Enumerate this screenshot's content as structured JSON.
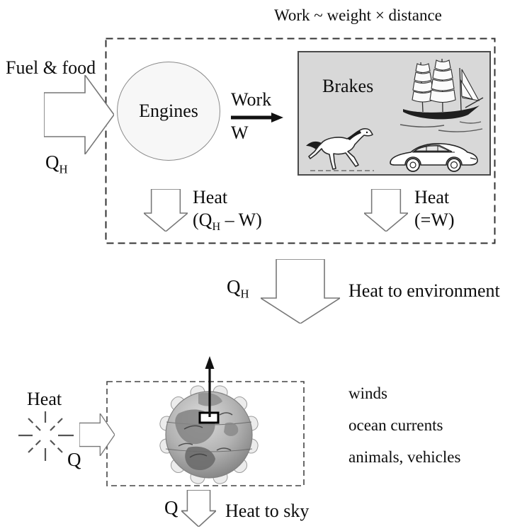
{
  "title": "Work ~ weight × distance",
  "top_system": {
    "input_label": "Fuel & food",
    "input_symbol": {
      "base": "Q",
      "sub": "H"
    },
    "engine_label": "Engines",
    "work": {
      "line1": "Work",
      "line2": "W"
    },
    "brakes_label": "Brakes",
    "engine_waste_heat": {
      "label": "Heat",
      "formula_prefix": "(Q",
      "formula_sub": "H",
      "formula_suffix": " – W)"
    },
    "brake_waste_heat": {
      "label": "Heat",
      "formula": "(=W)"
    }
  },
  "environment_flow": {
    "symbol": {
      "base": "Q",
      "sub": "H"
    },
    "label": "Heat to environment"
  },
  "earth_system": {
    "input_label": "Heat",
    "input_symbol": "Q",
    "processes": [
      "winds",
      "ocean currents",
      "animals, vehicles"
    ],
    "output_symbol": "Q",
    "output_label": "Heat to sky"
  },
  "icons": {
    "sunburst-icon": "radiating dashed rays",
    "sailing-ship-icon": "three-masted tall ship line art",
    "horse-icon": "trotting horse line art",
    "car-icon": "classic sedan line art",
    "earth-globe-icon": "peeling globe with circulation arrows",
    "block-arrow": "hollow outline arrow",
    "solid-arrow": "filled black arrow"
  },
  "colors": {
    "background": "#ffffff",
    "brakes_box_bg": "#d8d8d8",
    "engine_circle_bg": "#f7f7f7",
    "dashed_line": "#333333",
    "arrow_outline": "#777777",
    "text": "#0d0d0d"
  }
}
